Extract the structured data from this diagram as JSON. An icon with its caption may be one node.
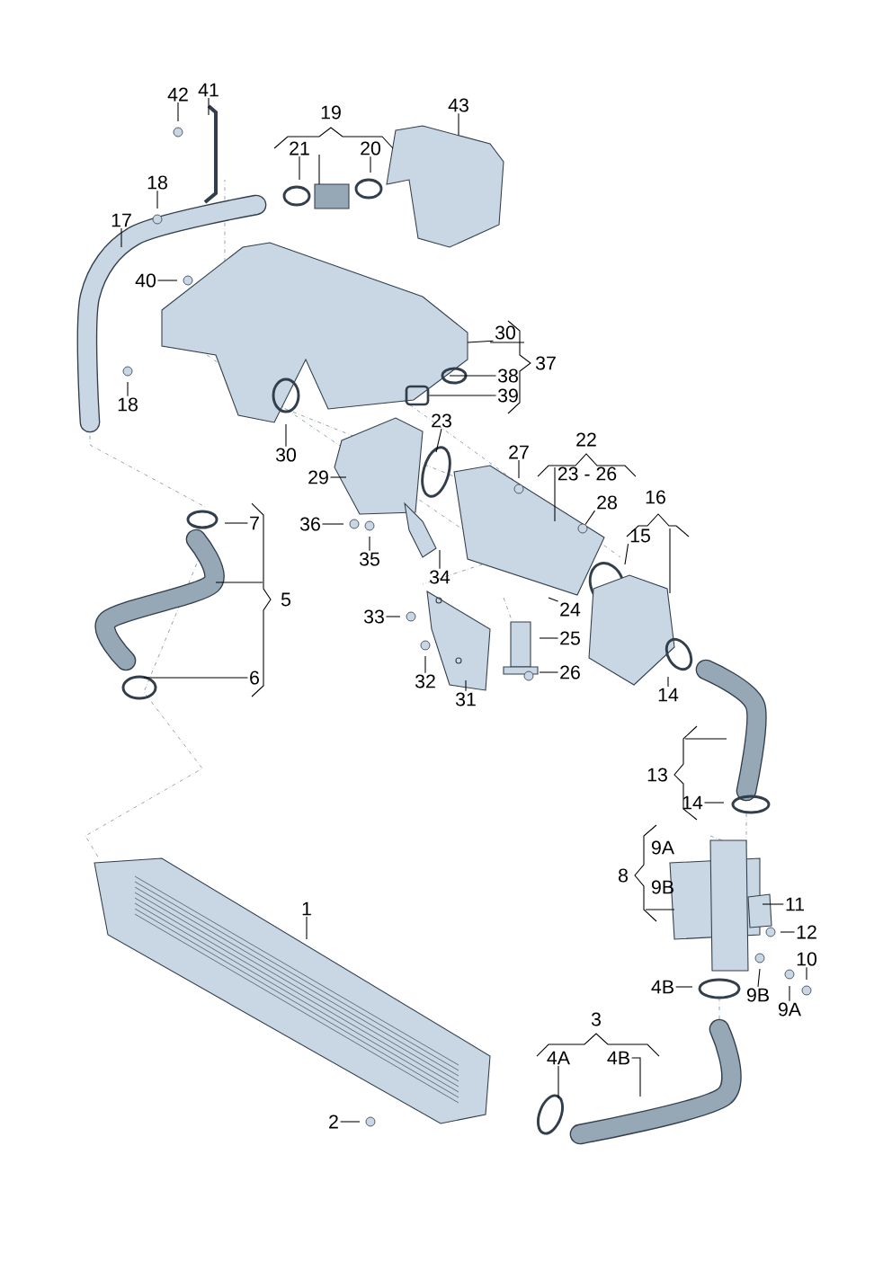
{
  "diagram": {
    "nodes": [
      {
        "text": [
          "42"
        ]
      },
      {
        "text": [
          "41"
        ]
      },
      {
        "text": [
          "19"
        ]
      },
      {
        "text": [
          "21"
        ]
      },
      {
        "text": [
          "20"
        ]
      },
      {
        "text": [
          "43"
        ]
      },
      {
        "text": [
          "18"
        ]
      },
      {
        "text": [
          "17"
        ]
      },
      {
        "text": [
          "40"
        ]
      },
      {
        "text": [
          "30"
        ]
      },
      {
        "text": [
          "38"
        ]
      },
      {
        "text": [
          "39"
        ]
      },
      {
        "text": [
          "37"
        ]
      },
      {
        "text": [
          "18"
        ]
      },
      {
        "text": [
          "30"
        ]
      },
      {
        "text": [
          "23"
        ]
      },
      {
        "text": [
          "29"
        ]
      },
      {
        "text": [
          "27"
        ]
      },
      {
        "text": [
          "22"
        ]
      },
      {
        "text": [
          "23 - 26"
        ]
      },
      {
        "text": [
          "28"
        ]
      },
      {
        "text": [
          "16"
        ]
      },
      {
        "text": [
          "15"
        ]
      },
      {
        "text": [
          "36"
        ]
      },
      {
        "text": [
          "35"
        ]
      },
      {
        "text": [
          "34"
        ]
      },
      {
        "text": [
          "7"
        ]
      },
      {
        "text": [
          "5"
        ]
      },
      {
        "text": [
          "6"
        ]
      },
      {
        "text": [
          "33"
        ]
      },
      {
        "text": [
          "24"
        ]
      },
      {
        "text": [
          "25"
        ]
      },
      {
        "text": [
          "26"
        ]
      },
      {
        "text": [
          "32"
        ]
      },
      {
        "text": [
          "31"
        ]
      },
      {
        "text": [
          "14"
        ]
      },
      {
        "text": [
          "13"
        ]
      },
      {
        "text": [
          "14"
        ]
      },
      {
        "text": [
          "9A"
        ]
      },
      {
        "text": [
          "8"
        ]
      },
      {
        "text": [
          "9B"
        ]
      },
      {
        "text": [
          "11"
        ]
      },
      {
        "text": [
          "12"
        ]
      },
      {
        "text": [
          "10"
        ]
      },
      {
        "text": [
          "4B"
        ]
      },
      {
        "text": [
          "9B"
        ]
      },
      {
        "text": [
          "9A"
        ]
      },
      {
        "text": [
          "1"
        ]
      },
      {
        "text": [
          "3"
        ]
      },
      {
        "text": [
          "4A"
        ]
      },
      {
        "text": [
          "4B"
        ]
      },
      {
        "text": [
          "2"
        ]
      },
      {
        "text": [],
        "shape": "box"
      },
      {
        "text": [],
        "shape": "circle"
      }
    ],
    "edges": [
      {
        "from": 0,
        "to": null,
        "arrow": "none"
      },
      {
        "from": 1,
        "to": null,
        "arrow": "none"
      },
      {
        "from": 3,
        "to": null,
        "arrow": "none"
      },
      {
        "from": 4,
        "to": null,
        "arrow": "none"
      },
      {
        "from": 5,
        "to": null,
        "arrow": "none"
      },
      {
        "from": 6,
        "to": null,
        "arrow": "none"
      },
      {
        "from": 7,
        "to": null,
        "arrow": "none"
      },
      {
        "from": 8,
        "to": null,
        "arrow": "none"
      },
      {
        "from": 9,
        "to": null,
        "arrow": "none"
      },
      {
        "from": 10,
        "to": null,
        "arrow": "none"
      },
      {
        "from": 11,
        "to": 52,
        "arrow": "none"
      },
      {
        "from": 13,
        "to": null,
        "arrow": "none"
      },
      {
        "from": 14,
        "to": null,
        "arrow": "none"
      },
      {
        "from": 15,
        "to": null,
        "arrow": "none"
      },
      {
        "from": 16,
        "to": null,
        "arrow": "none"
      },
      {
        "from": 17,
        "to": null,
        "arrow": "none"
      },
      {
        "from": 20,
        "to": 53,
        "arrow": "none"
      },
      {
        "from": 22,
        "to": null,
        "arrow": "none"
      },
      {
        "from": 23,
        "to": null,
        "arrow": "none"
      },
      {
        "from": 24,
        "to": null,
        "arrow": "none"
      },
      {
        "from": 25,
        "to": null,
        "arrow": "none"
      },
      {
        "from": 26,
        "to": null,
        "arrow": "none"
      },
      {
        "from": 28,
        "to": null,
        "arrow": "none"
      },
      {
        "from": 29,
        "to": null,
        "arrow": "none"
      },
      {
        "from": 30,
        "to": null,
        "arrow": "none"
      },
      {
        "from": 31,
        "to": null,
        "arrow": "none"
      },
      {
        "from": 32,
        "to": null,
        "arrow": "none"
      },
      {
        "from": 33,
        "to": null,
        "arrow": "none"
      },
      {
        "from": 34,
        "to": null,
        "arrow": "none"
      },
      {
        "from": 35,
        "to": null,
        "arrow": "none"
      },
      {
        "from": 37,
        "to": null,
        "arrow": "none"
      },
      {
        "from": 41,
        "to": null,
        "arrow": "none"
      },
      {
        "from": 42,
        "to": null,
        "arrow": "none"
      },
      {
        "from": 43,
        "to": null,
        "arrow": "none"
      },
      {
        "from": 44,
        "to": null,
        "arrow": "none"
      },
      {
        "from": 45,
        "to": null,
        "arrow": "none"
      },
      {
        "from": 46,
        "to": null,
        "arrow": "none"
      },
      {
        "from": 47,
        "to": null,
        "arrow": "none"
      },
      {
        "from": 49,
        "to": null,
        "arrow": "none"
      },
      {
        "from": 50,
        "to": null,
        "arrow": "none"
      },
      {
        "from": 51,
        "to": null,
        "arrow": "none"
      }
    ]
  }
}
